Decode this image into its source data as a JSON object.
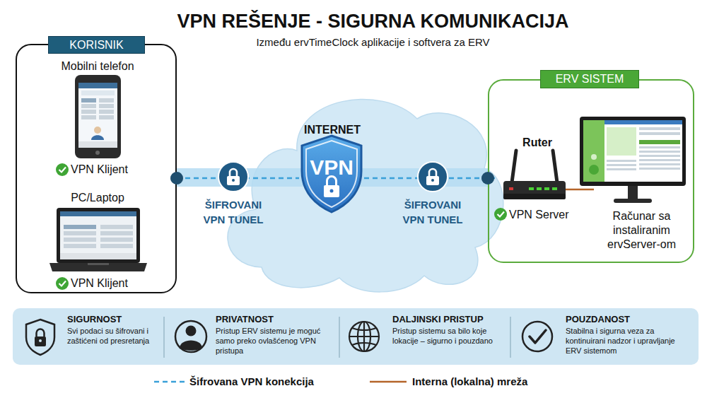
{
  "diagram": {
    "title": "VPN REŠENJE - SIGURNA KOMUNIKACIJA",
    "nodes": [
      {
        "text": [
          "KORISNIK"
        ]
      },
      {
        "text": [
          "Mobilni telefon",
          "VPN Klijent"
        ],
        "in": 0
      },
      {
        "text": [
          "PC/Laptop",
          "VPN Klijent"
        ],
        "in": 0
      },
      {
        "text": [
          "INTERNET"
        ]
      },
      {
        "text": [
          "VPN"
        ],
        "in": 3
      },
      {
        "text": [
          "ERV SISTEM"
        ]
      },
      {
        "text": [
          "Ruter",
          "VPN Server"
        ],
        "in": 5
      },
      {
        "text": [
          "Računar sa instaliranim ervServer-om"
        ],
        "in": 5
      },
      {
        "text": [
          "SIGURNOST",
          "Svi podaci su šifrovani i zaštićeni od presretanja"
        ]
      },
      {
        "text": [
          "PRIVATNOST",
          "Pristup ERV sistemu je moguć samo preko ovlašćenog VPN pristupa"
        ]
      },
      {
        "text": [
          "DALJINSKI PRISTUP",
          "Pristup sistemu sa bilo koje lokacije – sigurno i pouzdano"
        ]
      },
      {
        "text": [
          "POUZDANOST",
          "Stabilna i sigurna veza za kontinuirani nadzor i upravljanje ERV sistemom"
        ]
      }
    ],
    "edges": [
      {
        "from": 0,
        "to": 4,
        "label": "ŠIFROVANI VPN TUNEL",
        "arrow": "none"
      },
      {
        "from": 4,
        "to": 6,
        "label": "ŠIFROVANI VPN TUNEL",
        "arrow": "none"
      },
      {
        "from": 6,
        "to": 7,
        "arrow": "none"
      }
    ],
    "labels": [
      "Između ervTimeClock aplikacije i softvera za ERV"
    ],
    "legend": [
      {
        "text": "Šifrovana VPN konekcija"
      },
      {
        "text": "Interna (lokalna) mreža"
      }
    ]
  }
}
